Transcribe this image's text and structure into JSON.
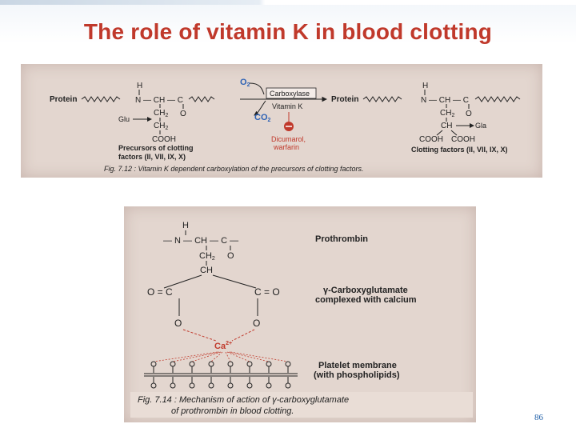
{
  "slide": {
    "title": "The role of vitamin K in blood clotting",
    "page_number": "86"
  },
  "fig_7_12": {
    "protein_left": "Protein",
    "h_left": "H",
    "n_ch_c_left": "N — CH — C",
    "o_left": "O",
    "ch2_left": "CH",
    "ch2_left_sub": "2",
    "ch2_left_2": "CH",
    "ch2_left_2_sub": "2",
    "cooh_left": "COOH",
    "glu": "Glu",
    "o2": "O",
    "o2_sub": "2",
    "carboxylase": "Carboxylase",
    "vitamin_k": "Vitamin K",
    "co2": "CO",
    "co2_sub": "2",
    "dicumarol": "Dicumarol,",
    "warfarin": "warfarin",
    "protein_right": "Protein",
    "h_right": "H",
    "n_ch_c_right": "N — CH — C",
    "o_right": "O",
    "ch2_right": "CH",
    "ch2_right_sub": "2",
    "ch_right": "CH",
    "gla": "Gla",
    "cooh_right_1": "COOH",
    "cooh_right_2": "COOH",
    "precursors_1": "Precursors of clotting",
    "precursors_2": "factors (II, VII, IX, X)",
    "clotting_factors": "Clotting factors (II, VII, IX, X)",
    "caption": "Fig. 7.12 : Vitamin K dependent carboxylation of the precursors of clotting factors."
  },
  "fig_7_14": {
    "h": "H",
    "n_ch_c": "— N — CH — C —",
    "ch2": "CH",
    "ch2_sub": "2",
    "o": "O",
    "ch": "CH",
    "o_c_left": "O = C",
    "c_o_right": "C = O",
    "o_left": "O",
    "o_right": "O",
    "ca": "Ca",
    "ca_sup": "2+",
    "prothrombin": "Prothrombin",
    "gamma_1": "γ-Carboxyglutamate",
    "gamma_2": "complexed with calcium",
    "platelet_1": "Platelet membrane",
    "platelet_2": "(with phospholipids)",
    "caption_1": "Fig. 7.14 : Mechanism of action of γ-carboxyglutamate",
    "caption_2": "of prothrombin in blood clotting."
  }
}
